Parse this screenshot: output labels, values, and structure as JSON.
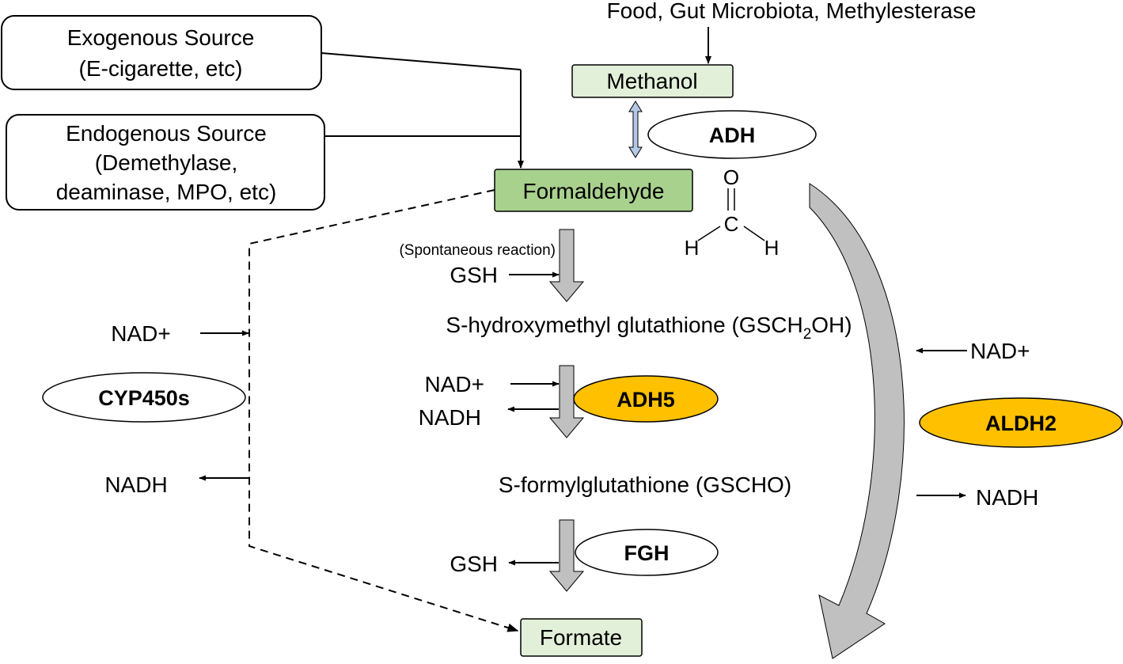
{
  "sources": {
    "exogenous_line1": "Exogenous Source",
    "exogenous_line2": "(E-cigarette, etc)",
    "endogenous_line1": "Endogenous Source",
    "endogenous_line2": "(Demethylase,",
    "endogenous_line3": "deaminase, MPO, etc)",
    "food": "Food, Gut Microbiota, Methylesterase"
  },
  "compounds": {
    "methanol": "Methanol",
    "formaldehyde": "Formaldehyde",
    "shmg_prefix": "S-hydroxymethyl glutathione (GSCH",
    "shmg_sub": "2",
    "shmg_suffix": "OH)",
    "sfg": "S-formylglutathione (GSCHO)",
    "formate": "Formate"
  },
  "structure": {
    "o": "O",
    "c": "C",
    "h1": "H",
    "h2": "H"
  },
  "enzymes": {
    "adh": "ADH",
    "adh5": "ADH5",
    "fgh": "FGH",
    "cyp": "CYP450s",
    "aldh2": "ALDH2"
  },
  "cofactors": {
    "spontaneous": "(Spontaneous reaction)",
    "gsh_in": "GSH",
    "nad_adh5": "NAD+",
    "nadh_adh5": "NADH",
    "gsh_out": "GSH",
    "nad_cyp": "NAD+",
    "nadh_cyp": "NADH",
    "nad_aldh2": "NAD+",
    "nadh_aldh2": "NADH"
  },
  "colors": {
    "light_green": "#e2f0d9",
    "green": "#a9d18e",
    "orange": "#ffc000",
    "gray_arrow": "#c0c0c0",
    "blue_arrow": "#b4c7e7"
  }
}
